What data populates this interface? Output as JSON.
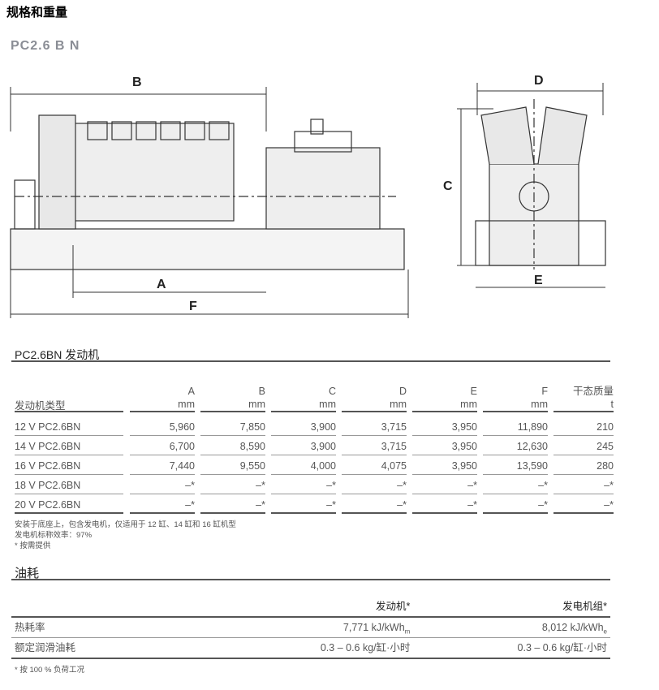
{
  "page_title": "规格和重量",
  "model": "PC2.6 B N",
  "drawing": {
    "dims": [
      "A",
      "B",
      "C",
      "D",
      "E",
      "F"
    ]
  },
  "engine_table": {
    "title": "PC2.6BN 发动机",
    "header_label": "发动机类型",
    "columns": [
      {
        "name": "A",
        "unit": "mm"
      },
      {
        "name": "B",
        "unit": "mm"
      },
      {
        "name": "C",
        "unit": "mm"
      },
      {
        "name": "D",
        "unit": "mm"
      },
      {
        "name": "E",
        "unit": "mm"
      },
      {
        "name": "F",
        "unit": "mm"
      },
      {
        "name": "干态质量",
        "unit": "t"
      }
    ],
    "rows": [
      {
        "type": "12 V PC2.6BN",
        "values": [
          "5,960",
          "7,850",
          "3,900",
          "3,715",
          "3,950",
          "11,890",
          "210"
        ]
      },
      {
        "type": "14 V PC2.6BN",
        "values": [
          "6,700",
          "8,590",
          "3,900",
          "3,715",
          "3,950",
          "12,630",
          "245"
        ]
      },
      {
        "type": "16 V PC2.6BN",
        "values": [
          "7,440",
          "9,550",
          "4,000",
          "4,075",
          "3,950",
          "13,590",
          "280"
        ]
      },
      {
        "type": "18 V PC2.6BN",
        "values": [
          "–*",
          "–*",
          "–*",
          "–*",
          "–*",
          "–*",
          "–*"
        ]
      },
      {
        "type": "20 V PC2.6BN",
        "values": [
          "–*",
          "–*",
          "–*",
          "–*",
          "–*",
          "–*",
          "–*"
        ]
      }
    ],
    "notes": [
      "安装于底座上，包含发电机，仅适用于 12 缸、14 缸和 16 缸机型",
      "发电机标称效率：97%",
      "* 按需提供"
    ]
  },
  "fuel_table": {
    "title": "油耗",
    "headers": [
      "发动机*",
      "发电机组*"
    ],
    "rows": [
      {
        "label": "热耗率",
        "engine": "7,771 kJ/kWh",
        "engine_sub": "m",
        "genset": "8,012 kJ/kWh",
        "genset_sub": "e"
      },
      {
        "label": "额定润滑油耗",
        "engine": "0.3 – 0.6 kg/缸·小时",
        "genset": "0.3 – 0.6 kg/缸·小时"
      }
    ],
    "footnote": "* 按 100 % 负荷工况"
  }
}
